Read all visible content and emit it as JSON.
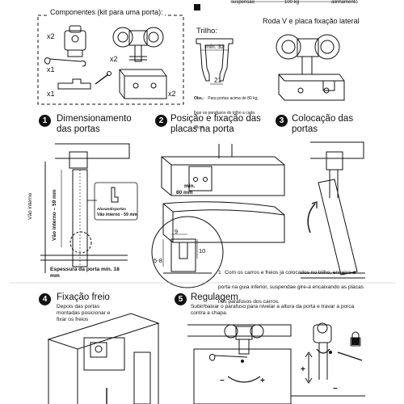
{
  "header": {
    "top_right_labels": [
      "suspensão",
      "100 kg",
      "alinhamento"
    ]
  },
  "components": {
    "title": "Componentes (kit para uma porta):",
    "quantities": [
      "x2",
      "x2",
      "x1",
      "x1",
      "x2"
    ]
  },
  "rail": {
    "title": "Trilho:",
    "dim_width": "mín. 32",
    "dim_gap": "21",
    "note_label": "Obs.:",
    "note_text": "Para portas acima de 80 kg, fixar os parafusos do trilho a cada 15cm."
  },
  "wheel": {
    "title": "Roda V e placa fixação lateral"
  },
  "steps": [
    {
      "number": "1",
      "title": "Dimensionamento das portas"
    },
    {
      "number": "2",
      "title": "Posição e fixação das placas na porta"
    },
    {
      "number": "3",
      "title": "Colocação das portas"
    },
    {
      "number": "4",
      "title": "Fixação freio",
      "text": "Depois das portas montadas posicionar e fixar os freios"
    },
    {
      "number": "5",
      "title": "Regulagem",
      "text": "Subir/baixar o parafuso para nivelar a altura da porta e travar a porca contra a chapa."
    }
  ],
  "step1": {
    "vao_label": "Vão interno",
    "vao_dim_label": "Vão interno – 59 mm",
    "badge_brand": "Aluvandisportas",
    "badge_text": "Vão interno - 59 mm",
    "thickness_label": "Espessura da porta mín. 18 mm"
  },
  "step2": {
    "min_label": "mín.",
    "min_value": "80 mm",
    "detail_dims": [
      "9",
      "10",
      "5-8"
    ],
    "note_number": "1",
    "note_text": "Com os carros e freios já colocados no trilho, encaixe a porta na guia inferior, suspendae gire-a encaixando as placas nos parafusos dos carros."
  },
  "step5": {
    "minus_labels": [
      "−",
      "−"
    ],
    "plus_labels": [
      "+",
      "+"
    ]
  }
}
